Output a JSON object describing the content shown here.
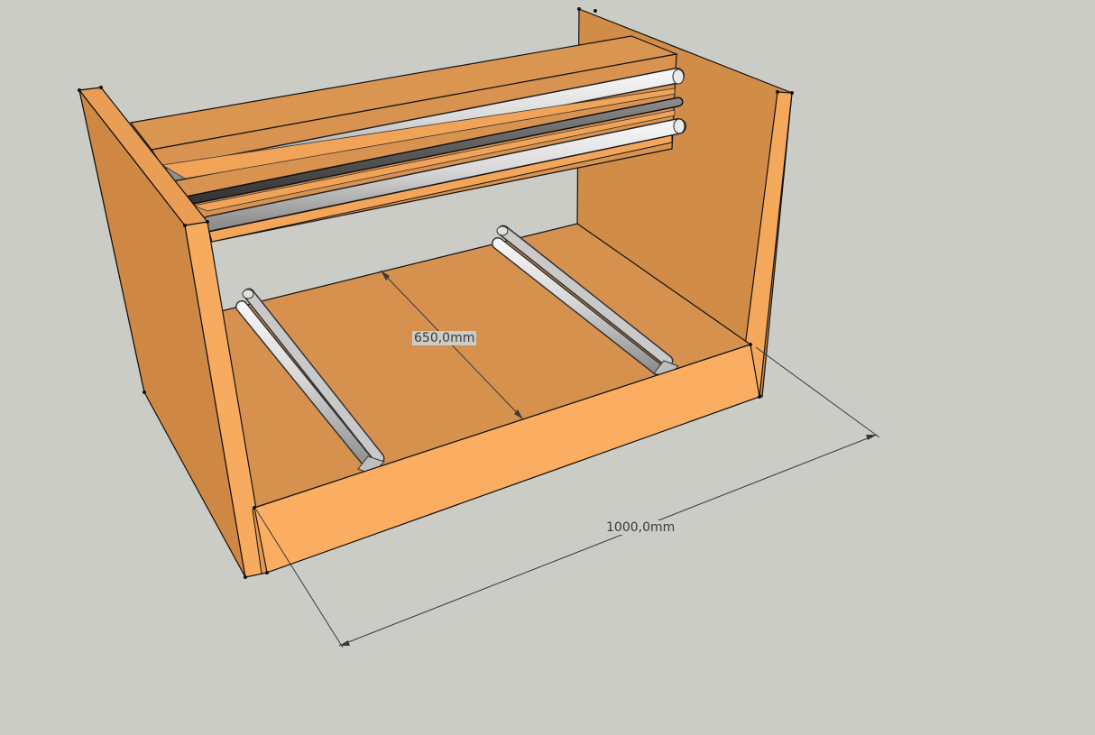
{
  "viewport": {
    "background_color": "#ccccc6"
  },
  "model": {
    "colors": {
      "face_dark": "#d08b47",
      "face_mid": "#da9650",
      "face_light": "#f8ac60",
      "face_floor": "#d6914f",
      "edge": "#111111",
      "rod_light": "#d9d9d9",
      "rod_dark": "#555555"
    },
    "parts": [
      "left-side-panel",
      "right-side-panel",
      "bottom-panel",
      "front-rail",
      "back-rail",
      "roller-rods",
      "floor-rails"
    ]
  },
  "dimensions": {
    "depth": "650,0mm",
    "width": "1000,0mm"
  }
}
